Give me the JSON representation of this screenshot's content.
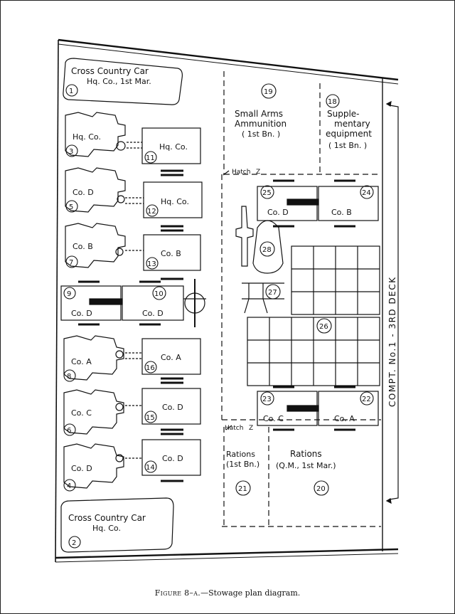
{
  "caption": {
    "figure": "Figure 8–a.",
    "text": "—Stowage plan diagram."
  },
  "compartment_label": "COMPT. No.1 - 3RD DECK",
  "hatch_label": "Hatch",
  "hatch_mark": "Z",
  "areas": {
    "a19": {
      "num": "19",
      "lines": [
        "Small Arms",
        "Ammunition",
        "( 1st Bn. )"
      ]
    },
    "a18": {
      "num": "18",
      "lines": [
        "Supple-",
        "mentary",
        "equipment",
        "( 1st Bn. )"
      ]
    },
    "a21": {
      "num": "21",
      "lines": [
        "Rations",
        "(1st Bn.)"
      ]
    },
    "a20": {
      "num": "20",
      "lines": [
        "Rations",
        "(Q.M., 1st Mar.)"
      ]
    }
  },
  "cross_country_cars": [
    {
      "num": "1",
      "lines": [
        "Cross Country Car",
        "Hq. Co., 1st Mar."
      ]
    },
    {
      "num": "2",
      "lines": [
        "Cross Country Car",
        "Hq. Co."
      ]
    }
  ],
  "left_vehicles": [
    {
      "num": "3",
      "unit": "Hq. Co."
    },
    {
      "num": "5",
      "unit": "Co. D"
    },
    {
      "num": "7",
      "unit": "Co. B"
    },
    {
      "num": "8",
      "unit": "Co. A"
    },
    {
      "num": "6",
      "unit": "Co. C"
    },
    {
      "num": "4",
      "unit": "Co. D"
    }
  ],
  "trailers": [
    {
      "num": "11",
      "unit": "Hq. Co."
    },
    {
      "num": "12",
      "unit": "Hq. Co."
    },
    {
      "num": "13",
      "unit": "Co. B"
    },
    {
      "num": "16",
      "unit": "Co. A"
    },
    {
      "num": "15",
      "unit": "Co. D"
    },
    {
      "num": "14",
      "unit": "Co. D"
    }
  ],
  "row_pair": [
    {
      "num": "9",
      "unit": "Co. D"
    },
    {
      "num": "10",
      "unit": "Co. D"
    }
  ],
  "right_trailers": [
    {
      "num": "25",
      "unit": "Co. D"
    },
    {
      "num": "24",
      "unit": "Co. B"
    },
    {
      "num": "23",
      "unit": "Co. C"
    },
    {
      "num": "22",
      "unit": "Co. A"
    }
  ],
  "items": {
    "i26": "26",
    "i27": "27",
    "i28": "28"
  }
}
